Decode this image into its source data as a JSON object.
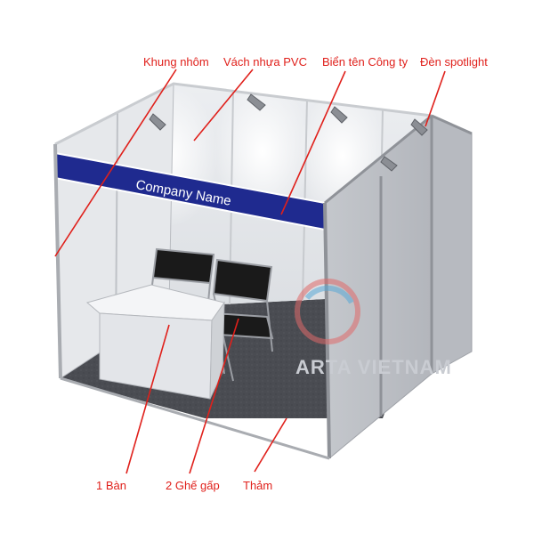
{
  "labels": {
    "frame": "Khung nhôm",
    "pvc_wall": "Vách nhựa PVC",
    "company_sign": "Biển tên Công ty",
    "spotlight": "Đèn spotlight",
    "table": "1 Bàn",
    "chairs": "2 Ghế gấp",
    "carpet": "Thảm"
  },
  "sign_text": "Company Name",
  "watermark": "ARTA VIETNAM",
  "colors": {
    "callout": "#e0201b",
    "sign_band": "#1f2a8f",
    "carpet": "#4a4c52",
    "panel_light": "#f2f3f5",
    "panel_side": "#c9ccd1"
  },
  "icons": [
    "spotlight-icon",
    "chair-icon",
    "table-icon",
    "watermark-logo-icon"
  ]
}
